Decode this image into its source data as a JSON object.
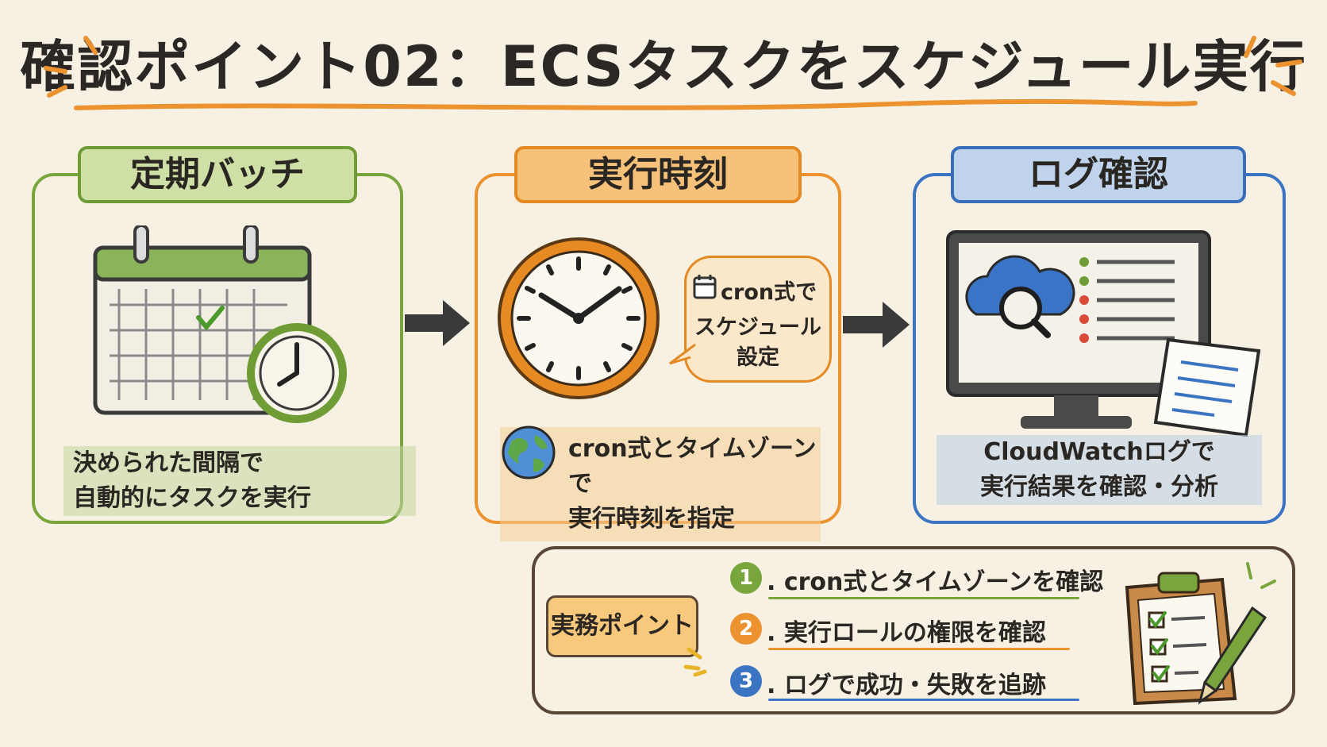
{
  "title": "確認ポイント02：ECSタスクをスケジュール実行",
  "colors": {
    "green": "#79a63c",
    "orange": "#ec9330",
    "blue": "#3b74c2",
    "brown": "#5a4636"
  },
  "panels": [
    {
      "title": "定期バッチ",
      "caption_line1": "決められた間隔で",
      "caption_line2": "自動的にタスクを実行",
      "icons": [
        "calendar-icon",
        "clock-icon",
        "check-icon"
      ]
    },
    {
      "title": "実行時刻",
      "bubble_line1": "cron式で",
      "bubble_line2": "スケジュール",
      "bubble_line3": "設定",
      "caption_line1": "cron式とタイムゾーンで",
      "caption_line2": "実行時刻を指定",
      "icons": [
        "clock-icon",
        "calendar-icon",
        "globe-icon"
      ]
    },
    {
      "title": "ログ確認",
      "caption_line1": "CloudWatchログで",
      "caption_line2": "実行結果を確認・分析",
      "icons": [
        "monitor-icon",
        "cloud-search-icon",
        "document-icon"
      ]
    }
  ],
  "points": {
    "badge": "実務ポイント",
    "items": [
      {
        "num": "1",
        "text": ". cron式とタイムゾーンを確認",
        "color": "#79a63c"
      },
      {
        "num": "2",
        "text": ". 実行ロールの権限を確認",
        "color": "#ec9330"
      },
      {
        "num": "3",
        "text": ". ログで成功・失敗を追跡",
        "color": "#3b74c2"
      }
    ],
    "icons": [
      "clipboard-checklist-icon",
      "pen-icon"
    ]
  }
}
